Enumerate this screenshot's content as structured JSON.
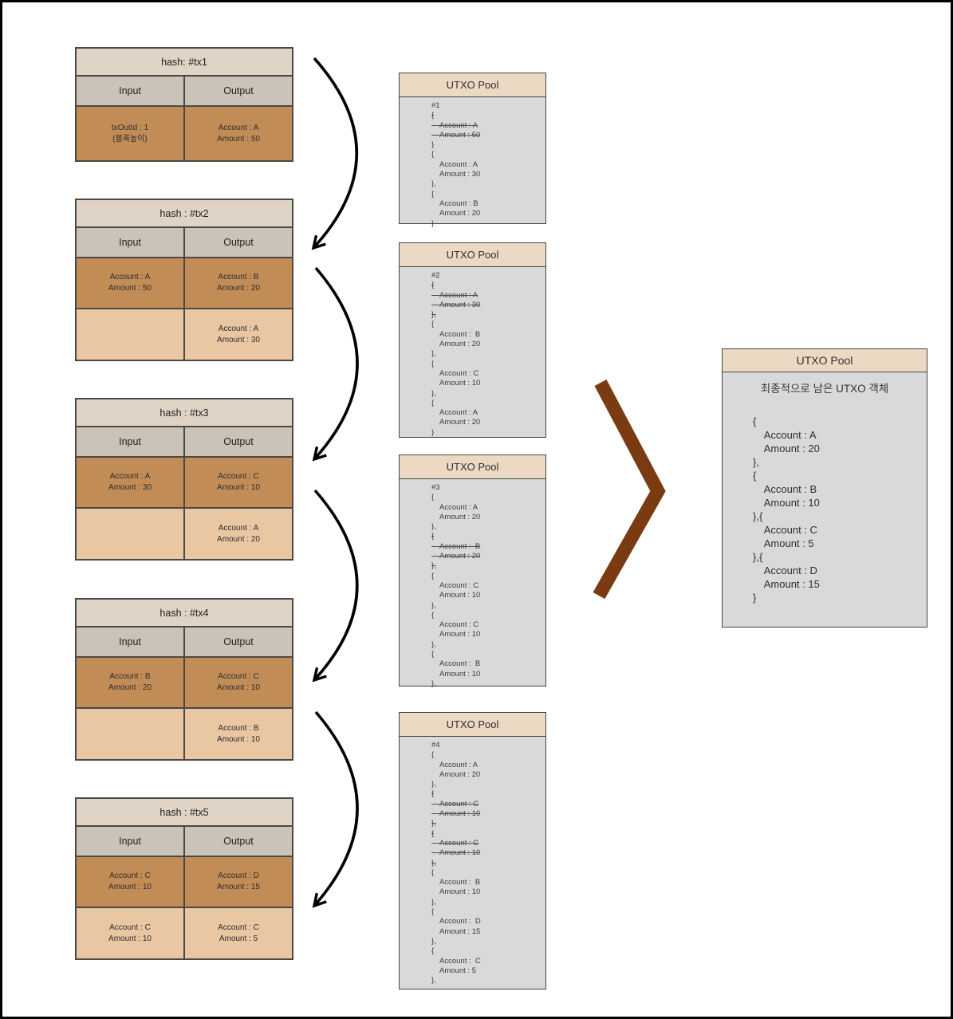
{
  "transactions": [
    {
      "title": "hash: #tx1",
      "columns": [
        "Input",
        "Output"
      ],
      "rows": [
        {
          "shade": "dark",
          "input": [
            "txOutId : 1",
            "(블록높이)"
          ],
          "output": [
            "Account : A",
            "Amount : 50"
          ]
        }
      ]
    },
    {
      "title": "hash : #tx2",
      "columns": [
        "Input",
        "Output"
      ],
      "rows": [
        {
          "shade": "dark",
          "input": [
            "Account : A",
            "Amount : 50"
          ],
          "output": [
            "Account : B",
            "Amount : 20"
          ]
        },
        {
          "shade": "light",
          "input": [],
          "output": [
            "Account : A",
            "Amount : 30"
          ]
        }
      ]
    },
    {
      "title": "hash : #tx3",
      "columns": [
        "Input",
        "Output"
      ],
      "rows": [
        {
          "shade": "dark",
          "input": [
            "Account : A",
            "Amount : 30"
          ],
          "output": [
            "Account : C",
            "Amount : 10"
          ]
        },
        {
          "shade": "light",
          "input": [],
          "output": [
            "Account : A",
            "Amount : 20"
          ]
        }
      ]
    },
    {
      "title": "hash : #tx4",
      "columns": [
        "Input",
        "Output"
      ],
      "rows": [
        {
          "shade": "dark",
          "input": [
            "Account : B",
            "Amount : 20"
          ],
          "output": [
            "Account : C",
            "Amount : 10"
          ]
        },
        {
          "shade": "light",
          "input": [],
          "output": [
            "Account : B",
            "Amount : 10"
          ]
        }
      ]
    },
    {
      "title": "hash : #tx5",
      "columns": [
        "Input",
        "Output"
      ],
      "rows": [
        {
          "shade": "dark",
          "input": [
            "Account : C",
            "Amount : 10"
          ],
          "output": [
            "Account : D",
            "Amount : 15"
          ]
        },
        {
          "shade": "light",
          "input": [
            "Account : C",
            "Amount : 10"
          ],
          "output": [
            "Account : C",
            "Amount : 5"
          ]
        }
      ]
    }
  ],
  "pools": [
    {
      "title": "UTXO Pool",
      "lines": [
        {
          "t": "#1",
          "s": false
        },
        {
          "t": "{",
          "s": true
        },
        {
          "t": "    Account : A",
          "s": true
        },
        {
          "t": "    Amount : 50",
          "s": true
        },
        {
          "t": "}",
          "s": false
        },
        {
          "t": "{",
          "s": false
        },
        {
          "t": "    Account : A",
          "s": false
        },
        {
          "t": "    Amount : 30",
          "s": false
        },
        {
          "t": "},",
          "s": false
        },
        {
          "t": "{",
          "s": false
        },
        {
          "t": "    Account : B",
          "s": false
        },
        {
          "t": "    Amount : 20",
          "s": false
        },
        {
          "t": "}",
          "s": false
        }
      ]
    },
    {
      "title": "UTXO Pool",
      "lines": [
        {
          "t": "#2",
          "s": false
        },
        {
          "t": "{",
          "s": true
        },
        {
          "t": "    Account : A",
          "s": true
        },
        {
          "t": "    Amount : 30",
          "s": true
        },
        {
          "t": "},",
          "s": true
        },
        {
          "t": "{",
          "s": false
        },
        {
          "t": "    Account :  B",
          "s": false
        },
        {
          "t": "    Amount : 20",
          "s": false
        },
        {
          "t": "},",
          "s": false
        },
        {
          "t": "{",
          "s": false
        },
        {
          "t": "    Account : C",
          "s": false
        },
        {
          "t": "    Amount : 10",
          "s": false
        },
        {
          "t": "},",
          "s": false
        },
        {
          "t": "{",
          "s": false
        },
        {
          "t": "    Account : A",
          "s": false
        },
        {
          "t": "    Amount : 20",
          "s": false
        },
        {
          "t": "}",
          "s": false
        }
      ]
    },
    {
      "title": "UTXO Pool",
      "lines": [
        {
          "t": "#3",
          "s": false
        },
        {
          "t": "{",
          "s": false
        },
        {
          "t": "    Account : A",
          "s": false
        },
        {
          "t": "    Amount : 20",
          "s": false
        },
        {
          "t": "},",
          "s": false
        },
        {
          "t": "{",
          "s": true
        },
        {
          "t": "    Account :  B",
          "s": true
        },
        {
          "t": "    Amount : 20",
          "s": true
        },
        {
          "t": "},",
          "s": true
        },
        {
          "t": "{",
          "s": false
        },
        {
          "t": "    Account : C",
          "s": false
        },
        {
          "t": "    Amount : 10",
          "s": false
        },
        {
          "t": "},",
          "s": false
        },
        {
          "t": "{",
          "s": false
        },
        {
          "t": "    Account : C",
          "s": false
        },
        {
          "t": "    Amount : 10",
          "s": false
        },
        {
          "t": "},",
          "s": false
        },
        {
          "t": "{",
          "s": false
        },
        {
          "t": "    Account :  B",
          "s": false
        },
        {
          "t": "    Amount : 10",
          "s": false
        },
        {
          "t": "},",
          "s": false
        }
      ]
    },
    {
      "title": "UTXO Pool",
      "lines": [
        {
          "t": "#4",
          "s": false
        },
        {
          "t": "{",
          "s": false
        },
        {
          "t": "    Account : A",
          "s": false
        },
        {
          "t": "    Amount : 20",
          "s": false
        },
        {
          "t": "},",
          "s": false
        },
        {
          "t": "{",
          "s": true
        },
        {
          "t": "    Account : C",
          "s": true
        },
        {
          "t": "    Amount : 10",
          "s": true
        },
        {
          "t": "},",
          "s": true
        },
        {
          "t": "{",
          "s": true
        },
        {
          "t": "    Account : C",
          "s": true
        },
        {
          "t": "    Amount : 10",
          "s": true
        },
        {
          "t": "},",
          "s": true
        },
        {
          "t": "{",
          "s": false
        },
        {
          "t": "    Account :  B",
          "s": false
        },
        {
          "t": "    Amount : 10",
          "s": false
        },
        {
          "t": "},",
          "s": false
        },
        {
          "t": "{",
          "s": false
        },
        {
          "t": "    Account :  D",
          "s": false
        },
        {
          "t": "    Amount : 15",
          "s": false
        },
        {
          "t": "},",
          "s": false
        },
        {
          "t": "{",
          "s": false
        },
        {
          "t": "    Account :  C",
          "s": false
        },
        {
          "t": "    Amount : 5",
          "s": false
        },
        {
          "t": "},",
          "s": false
        }
      ]
    }
  ],
  "final_pool": {
    "title": "UTXO Pool",
    "subtitle": "최종적으로 남은 UTXO 객체",
    "lines": [
      "{",
      "    Account : A",
      "    Amount : 20",
      "},",
      "{",
      "    Account : B",
      "    Amount : 10",
      "},{",
      "    Account : C",
      "    Amount : 5",
      "},{",
      "    Account : D",
      "    Amount : 15",
      "}"
    ]
  },
  "colors": {
    "tx_title_bg": "#dfd4c6",
    "tx_colhead_bg": "#cbc3b7",
    "tx_row_dark": "#c28c56",
    "tx_row_light": "#e9c7a2",
    "pool_header_bg": "#ebd9c3",
    "pool_body_bg": "#d9d9d9",
    "arrow": "#000000",
    "chevron": "#7a3a12"
  }
}
